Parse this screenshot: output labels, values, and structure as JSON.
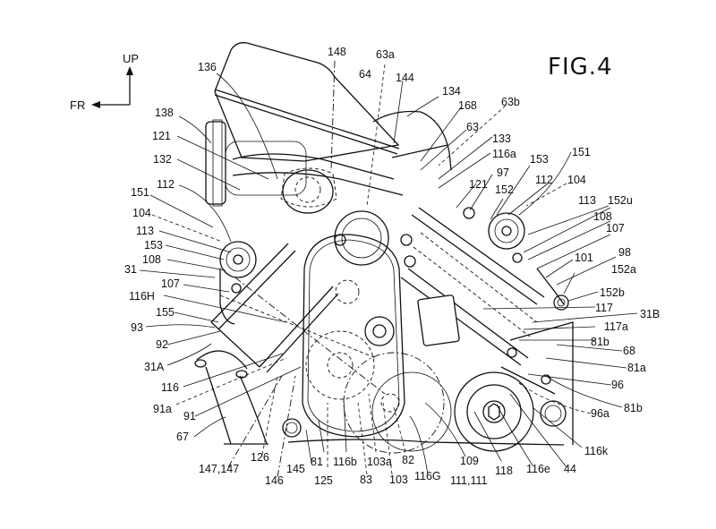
{
  "figure": {
    "title": "FIG.4",
    "orientation": {
      "up_label": "UP",
      "front_label": "FR"
    },
    "labels": [
      {
        "id": "l136",
        "text": "136"
      },
      {
        "id": "l148",
        "text": "148"
      },
      {
        "id": "l63a",
        "text": "63a"
      },
      {
        "id": "l64",
        "text": "64"
      },
      {
        "id": "l144",
        "text": "144"
      },
      {
        "id": "l134",
        "text": "134"
      },
      {
        "id": "l168",
        "text": "168"
      },
      {
        "id": "l63b",
        "text": "63b"
      },
      {
        "id": "l63",
        "text": "63"
      },
      {
        "id": "l133",
        "text": "133"
      },
      {
        "id": "l116a",
        "text": "116a"
      },
      {
        "id": "l138",
        "text": "138"
      },
      {
        "id": "l121L",
        "text": "121"
      },
      {
        "id": "l132",
        "text": "132"
      },
      {
        "id": "l97",
        "text": "97"
      },
      {
        "id": "l121R",
        "text": "121"
      },
      {
        "id": "l153R",
        "text": "153"
      },
      {
        "id": "l151R",
        "text": "151"
      },
      {
        "id": "l152",
        "text": "152"
      },
      {
        "id": "l112R",
        "text": "112"
      },
      {
        "id": "l104R",
        "text": "104"
      },
      {
        "id": "l113R",
        "text": "113"
      },
      {
        "id": "l152u",
        "text": "152u"
      },
      {
        "id": "l108R",
        "text": "108"
      },
      {
        "id": "l107R",
        "text": "107"
      },
      {
        "id": "l98",
        "text": "98"
      },
      {
        "id": "l101",
        "text": "101"
      },
      {
        "id": "l152a",
        "text": "152a"
      },
      {
        "id": "l152b",
        "text": "152b"
      },
      {
        "id": "l117",
        "text": "117"
      },
      {
        "id": "l31B",
        "text": "31B"
      },
      {
        "id": "l117a",
        "text": "117a"
      },
      {
        "id": "l81b1",
        "text": "81b"
      },
      {
        "id": "l68",
        "text": "68"
      },
      {
        "id": "l81a",
        "text": "81a"
      },
      {
        "id": "l96",
        "text": "96"
      },
      {
        "id": "l81b2",
        "text": "81b"
      },
      {
        "id": "l96a",
        "text": "96a"
      },
      {
        "id": "l116k",
        "text": "116k"
      },
      {
        "id": "l44",
        "text": "44"
      },
      {
        "id": "l116e",
        "text": "116e"
      },
      {
        "id": "l118",
        "text": "118"
      },
      {
        "id": "l109",
        "text": "109"
      },
      {
        "id": "l111",
        "text": "111,111"
      },
      {
        "id": "l116G",
        "text": "116G"
      },
      {
        "id": "l82",
        "text": "82"
      },
      {
        "id": "l103",
        "text": "103"
      },
      {
        "id": "l103a",
        "text": "103a"
      },
      {
        "id": "l83",
        "text": "83"
      },
      {
        "id": "l116b",
        "text": "116b"
      },
      {
        "id": "l125",
        "text": "125"
      },
      {
        "id": "l81",
        "text": "81"
      },
      {
        "id": "l145",
        "text": "145"
      },
      {
        "id": "l146",
        "text": "146"
      },
      {
        "id": "l126",
        "text": "126"
      },
      {
        "id": "l147",
        "text": "147,147"
      },
      {
        "id": "l67",
        "text": "67"
      },
      {
        "id": "l91",
        "text": "91"
      },
      {
        "id": "l91a",
        "text": "91a"
      },
      {
        "id": "l116",
        "text": "116"
      },
      {
        "id": "l31A",
        "text": "31A"
      },
      {
        "id": "l92",
        "text": "92"
      },
      {
        "id": "l93",
        "text": "93"
      },
      {
        "id": "l155",
        "text": "155"
      },
      {
        "id": "l116H",
        "text": "116H"
      },
      {
        "id": "l107L",
        "text": "107"
      },
      {
        "id": "l31",
        "text": "31"
      },
      {
        "id": "l108L",
        "text": "108"
      },
      {
        "id": "l153L",
        "text": "153"
      },
      {
        "id": "l113L",
        "text": "113"
      },
      {
        "id": "l104L",
        "text": "104"
      },
      {
        "id": "l151L",
        "text": "151"
      },
      {
        "id": "l112L",
        "text": "112"
      }
    ]
  }
}
